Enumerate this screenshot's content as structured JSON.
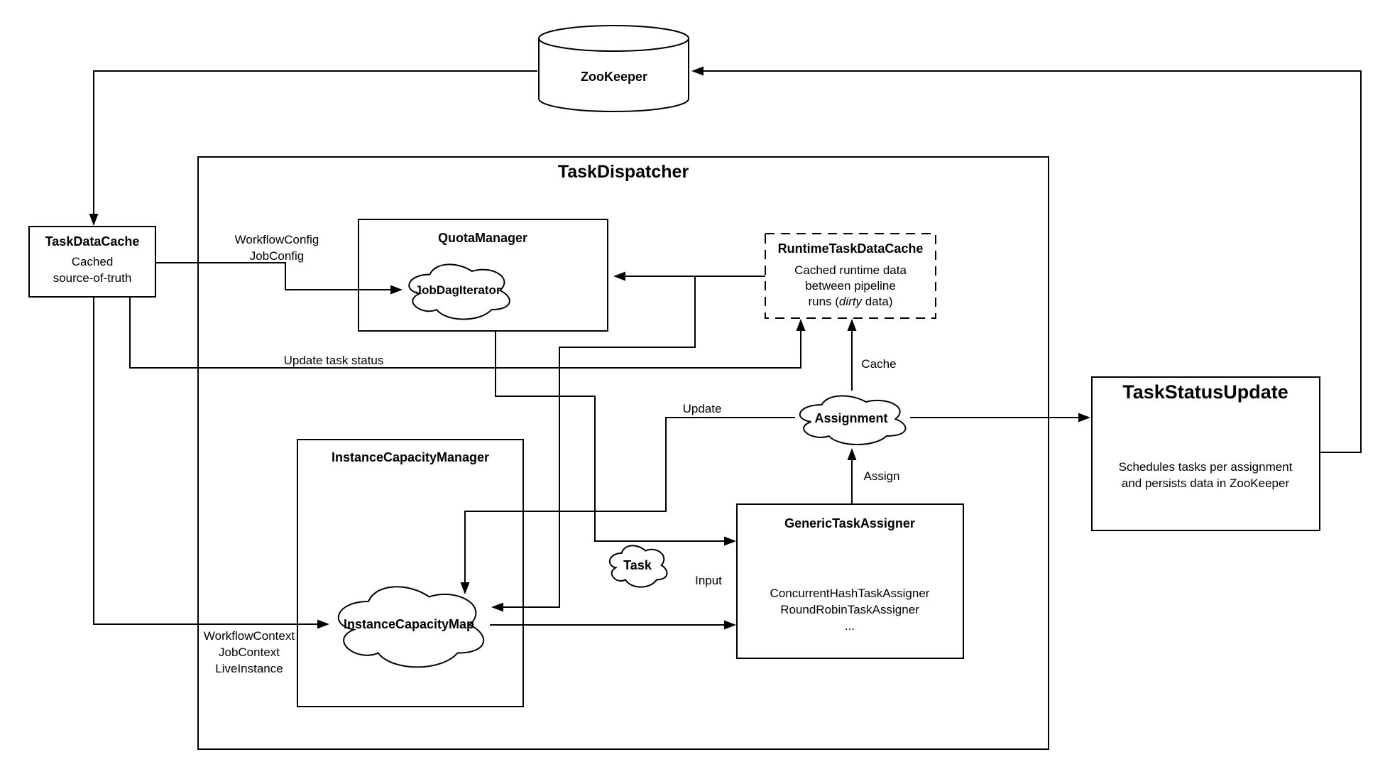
{
  "diagram": {
    "background": "#ffffff",
    "stroke_color": "#000000",
    "nodes": {
      "zookeeper": {
        "label": "ZooKeeper",
        "shape": "cylinder"
      },
      "task_dispatcher": {
        "label": "TaskDispatcher"
      },
      "task_data_cache": {
        "title": "TaskDataCache",
        "desc1": "Cached",
        "desc2": "source-of-truth"
      },
      "quota_manager": {
        "title": "QuotaManager"
      },
      "job_dag_iterator": {
        "label": "JobDagIterator",
        "shape": "cloud"
      },
      "runtime_task_data_cache": {
        "title": "RuntimeTaskDataCache",
        "desc1": "Cached runtime data",
        "desc2": "between pipeline",
        "desc3_pre": "runs (",
        "desc3_italic": "dirty",
        "desc3_post": " data)"
      },
      "instance_capacity_manager": {
        "title": "InstanceCapacityManager"
      },
      "instance_capacity_map": {
        "label": "InstanceCapacityMap",
        "shape": "cloud"
      },
      "task": {
        "label": "Task",
        "shape": "cloud"
      },
      "assignment": {
        "label": "Assignment",
        "shape": "cloud"
      },
      "generic_task_assigner": {
        "title": "GenericTaskAssigner",
        "desc1": "ConcurrentHashTaskAssigner",
        "desc2": "RoundRobinTaskAssigner",
        "desc3": "..."
      },
      "task_status_update": {
        "title": "TaskStatusUpdate",
        "desc1": "Schedules tasks per assignment",
        "desc2": "and persists data in ZooKeeper"
      }
    },
    "edge_labels": {
      "workflow_config_1": "WorkflowConfig",
      "workflow_config_2": "JobConfig",
      "update_task_status": "Update task status",
      "cache": "Cache",
      "update": "Update",
      "assign": "Assign",
      "input": "Input",
      "context_1": "WorkflowContext",
      "context_2": "JobContext",
      "context_3": "LiveInstance"
    }
  }
}
